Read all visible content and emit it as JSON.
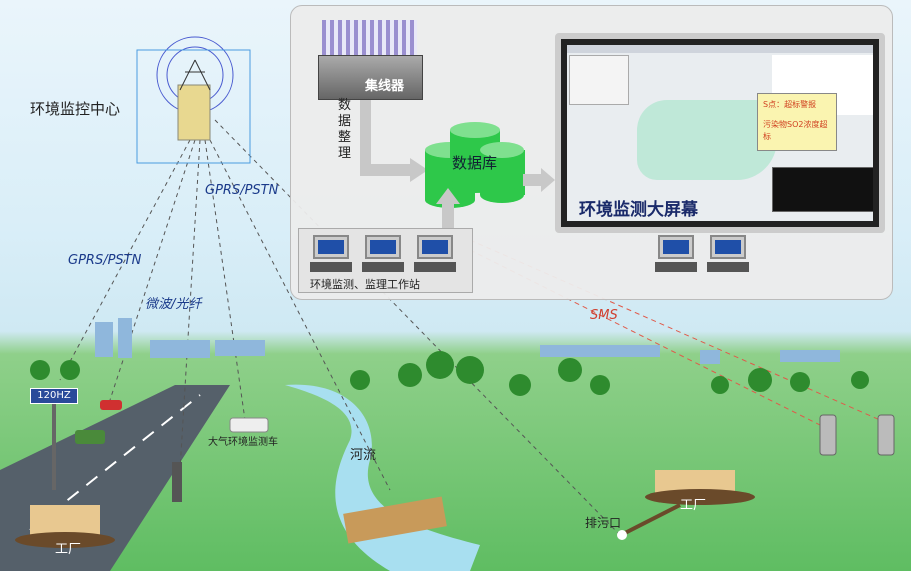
{
  "center": {
    "title": "环境监控中心"
  },
  "links": {
    "gprs_1": "GPRS/PSTN",
    "gprs_2": "GPRS/PSTN",
    "microwave": "微波/光纤",
    "sms": "SMS"
  },
  "panel": {
    "hub": "集线器",
    "data_sorting": "数据整理",
    "database": "数据库",
    "workstation": "环境监测、监理工作站",
    "screen": {
      "title": "环境监测大屏幕",
      "alert_line1": "S点：超标警报",
      "alert_line2": "污染物SO2浓度超标"
    }
  },
  "scene": {
    "sign": "120HZ",
    "monitor_vehicle": "大气环境监测车",
    "river": "河流",
    "factory_left": "工厂",
    "factory_right": "工厂",
    "outlet": "排污口"
  },
  "colors": {
    "sky": "#d9eef8",
    "grass": "#5fbd62",
    "river": "#a8dff0",
    "database": "#2ec84a",
    "sms_line": "#e05a4a"
  }
}
